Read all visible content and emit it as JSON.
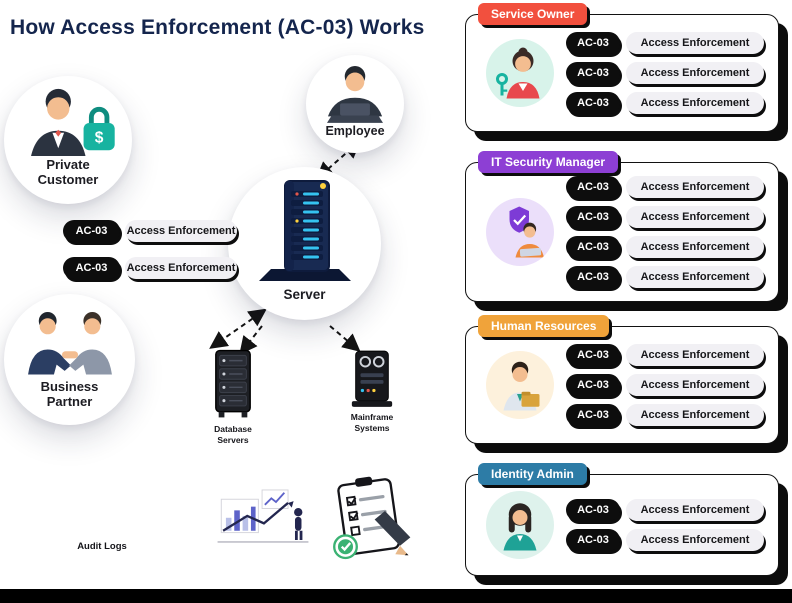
{
  "page": {
    "title": "How Access Enforcement (AC-03) Works"
  },
  "colors": {
    "black": "#0d0d0d",
    "pill_bg": "#f1f0f4"
  },
  "diagram": {
    "nodes": {
      "private_customer": {
        "line1": "Private",
        "line2": "Customer"
      },
      "employee": {
        "label": "Employee"
      },
      "server": {
        "label": "Server"
      },
      "business_partner": {
        "line1": "Business",
        "line2": "Partner"
      }
    },
    "links": [
      {
        "code": "AC-03",
        "label": "Access Enforcement"
      },
      {
        "code": "AC-03",
        "label": "Access Enforcement"
      }
    ],
    "captions": {
      "rack_line1": "Database",
      "rack_line2": "Servers",
      "mainframe_line1": "Mainframe",
      "mainframe_line2": "Systems",
      "audit": "Audit Logs"
    }
  },
  "roles": [
    {
      "name": "Service Owner",
      "color": "#f2503e",
      "avatar_bg": "#d8f3ea",
      "controls": [
        {
          "code": "AC-03",
          "label": "Access Enforcement"
        },
        {
          "code": "AC-03",
          "label": "Access Enforcement"
        },
        {
          "code": "AC-03",
          "label": "Access Enforcement"
        }
      ]
    },
    {
      "name": "IT Security Manager",
      "color": "#8d3fd4",
      "avatar_bg": "#ebdffa",
      "controls": [
        {
          "code": "AC-03",
          "label": "Access Enforcement"
        },
        {
          "code": "AC-03",
          "label": "Access Enforcement"
        },
        {
          "code": "AC-03",
          "label": "Access Enforcement"
        },
        {
          "code": "AC-03",
          "label": "Access Enforcement"
        }
      ]
    },
    {
      "name": "Human Resources",
      "color": "#f0a33a",
      "avatar_bg": "#fdf1dc",
      "controls": [
        {
          "code": "AC-03",
          "label": "Access Enforcement"
        },
        {
          "code": "AC-03",
          "label": "Access Enforcement"
        },
        {
          "code": "AC-03",
          "label": "Access Enforcement"
        }
      ]
    },
    {
      "name": "Identity Admin",
      "color": "#2d7ca6",
      "avatar_bg": "#def2ec",
      "controls": [
        {
          "code": "AC-03",
          "label": "Access Enforcement"
        },
        {
          "code": "AC-03",
          "label": "Access Enforcement"
        }
      ]
    }
  ]
}
